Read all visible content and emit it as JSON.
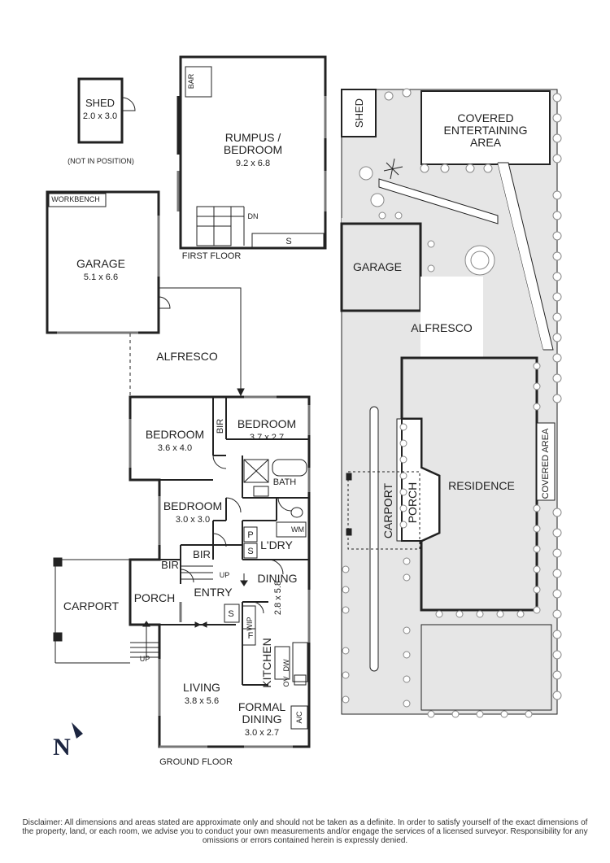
{
  "labels": {
    "shed": "SHED",
    "shed_dim": "2.0 x 3.0",
    "not_in_position": "(NOT IN POSITION)",
    "bar": "BAR",
    "rumpus": "RUMPUS /",
    "rumpus_bedroom": "BEDROOM",
    "rumpus_dim": "9.2 x 6.8",
    "dn": "DN",
    "s_first": "S",
    "first_floor": "FIRST FLOOR",
    "workbench": "WORKBENCH",
    "garage": "GARAGE",
    "garage_dim": "5.1 x 6.6",
    "alfresco": "ALFRESCO",
    "bedroom1": "BEDROOM",
    "bedroom1_dim": "3.6 x 4.0",
    "bir1": "BIR",
    "bedroom2": "BEDROOM",
    "bedroom2_dim": "3.7 x 2.7",
    "bath": "BATH",
    "bedroom3": "BEDROOM",
    "bedroom3_dim": "3.0 x 3.0",
    "p": "P",
    "wm": "WM",
    "s_ldry": "S",
    "ldry": "L'DRY",
    "bir2": "BIR",
    "bir3": "BIR",
    "up1": "UP",
    "entry": "ENTRY",
    "dining": "DINING",
    "porch": "PORCH",
    "carport": "CARPORT",
    "s_kitchen": "S",
    "wip": "WIP",
    "f": "F",
    "kitchen": "KITCHEN",
    "kitchen_dim": "2.8 x 5.8",
    "dw": "DW",
    "ov": "OV",
    "up2": "UP",
    "living": "LIVING",
    "living_dim": "3.8 x 5.6",
    "formal": "FORMAL",
    "formal_dining": "DINING",
    "formal_dim": "3.0 x 2.7",
    "ac": "A/C",
    "ground_floor": "GROUND FLOOR",
    "north": "N"
  },
  "site": {
    "shed": "SHED",
    "covered1": "COVERED",
    "covered2": "ENTERTAINING",
    "covered3": "AREA",
    "garage": "GARAGE",
    "alfresco": "ALFRESCO",
    "residence": "RESIDENCE",
    "carport": "CARPORT",
    "porch": "PORCH",
    "covered_area": "COVERED AREA"
  },
  "disclaimer": "Disclaimer: All dimensions and areas stated are approximate only and should not be taken as a definite. In order to satisfy yourself of the exact dimensions of the property, land, or each room, we advise you to conduct your own measurements and/or engage the services of a licensed surveyor. Responsibility for any omissions or errors contained herein is expressly denied.",
  "colors": {
    "wall": "#222222",
    "site_fill": "#e6e6e6",
    "tree": "#888888"
  }
}
